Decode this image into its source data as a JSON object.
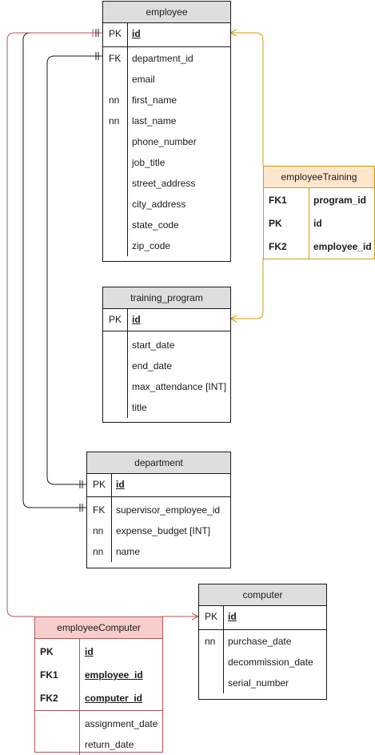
{
  "entities": {
    "employee": {
      "title": "employee",
      "pk": {
        "key": "PK",
        "name": "id"
      },
      "fields": [
        {
          "key": "FK",
          "name": "department_id"
        },
        {
          "key": "",
          "name": "email"
        },
        {
          "key": "nn",
          "name": "first_name"
        },
        {
          "key": "nn",
          "name": "last_name"
        },
        {
          "key": "",
          "name": "phone_number"
        },
        {
          "key": "",
          "name": "job_title"
        },
        {
          "key": "",
          "name": "street_address"
        },
        {
          "key": "",
          "name": "city_address"
        },
        {
          "key": "",
          "name": "state_code"
        },
        {
          "key": "",
          "name": "zip_code"
        }
      ]
    },
    "employeeTraining": {
      "title": "employeeTraining",
      "fields": [
        {
          "key": "FK1",
          "name": "program_id"
        },
        {
          "key": "PK",
          "name": "id"
        },
        {
          "key": "FK2",
          "name": "employee_id"
        }
      ]
    },
    "training_program": {
      "title": "training_program",
      "pk": {
        "key": "PK",
        "name": "id"
      },
      "fields": [
        {
          "key": "",
          "name": "start_date"
        },
        {
          "key": "",
          "name": "end_date"
        },
        {
          "key": "",
          "name": "max_attendance [INT]"
        },
        {
          "key": "",
          "name": "title"
        }
      ]
    },
    "department": {
      "title": "department",
      "pk": {
        "key": "PK",
        "name": "id"
      },
      "fields": [
        {
          "key": "FK",
          "name": "supervisor_employee_id"
        },
        {
          "key": "nn",
          "name": "expense_budget [INT]"
        },
        {
          "key": "nn",
          "name": "name"
        }
      ]
    },
    "computer": {
      "title": "computer",
      "pk": {
        "key": "PK",
        "name": "id"
      },
      "fields": [
        {
          "key": "nn",
          "name": "purchase_date"
        },
        {
          "key": "",
          "name": "decommission_date"
        },
        {
          "key": "",
          "name": "serial_number"
        }
      ]
    },
    "employeeComputer": {
      "title": "employeeComputer",
      "keys": [
        {
          "key": "PK",
          "name": "id"
        },
        {
          "key": "FK1",
          "name": "employee_id"
        },
        {
          "key": "FK2",
          "name": "computer_id"
        }
      ],
      "fields": [
        {
          "key": "",
          "name": "assignment_date"
        },
        {
          "key": "",
          "name": "return_date"
        }
      ]
    }
  },
  "colors": {
    "line": "#1a1a1a",
    "orange_stroke": "#d79b00",
    "orange_fill": "#ffe6cc",
    "red_stroke": "#b85450",
    "red_fill": "#f8cecc",
    "header_fill": "#dedede"
  }
}
